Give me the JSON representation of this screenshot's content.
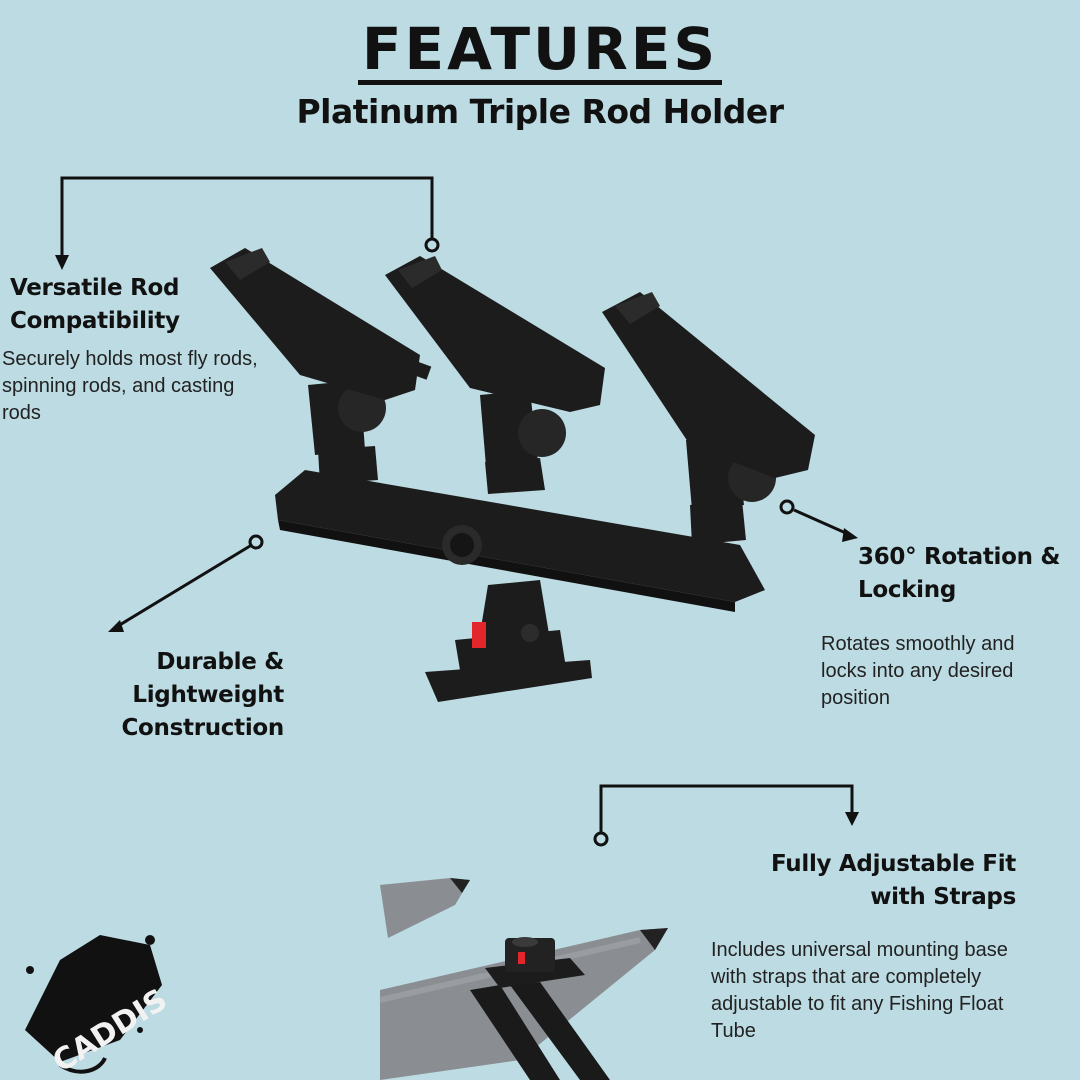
{
  "header": {
    "title": "FEATURES",
    "subtitle": "Platinum Triple Rod Holder"
  },
  "features": {
    "versatile": {
      "heading_line1": "Versatile Rod",
      "heading_line2": "Compatibility",
      "desc_line1": "Securely holds most fly rods,",
      "desc_line2": "spinning rods, and casting",
      "desc_line3": "rods"
    },
    "durable": {
      "heading_line1": "Durable & Lightweight",
      "heading_line2": "Construction"
    },
    "rotation": {
      "heading_line1": "360° Rotation &",
      "heading_line2": "Locking",
      "desc_line1": "Rotates smoothly and",
      "desc_line2": "locks into any desired",
      "desc_line3": "position"
    },
    "adjustable": {
      "heading_line1": "Fully Adjustable Fit",
      "heading_line2": "with Straps",
      "desc_line1": "Includes universal mounting base",
      "desc_line2": "with straps that are completely",
      "desc_line3": "adjustable to fit any Fishing Float",
      "desc_line4": "Tube"
    }
  },
  "logo": {
    "text": "CADDIS"
  },
  "colors": {
    "background": "#bcdbe2",
    "product": "#1c1c1c",
    "float_tube": "#8a8e93",
    "lever_accent": "#e3262b"
  }
}
